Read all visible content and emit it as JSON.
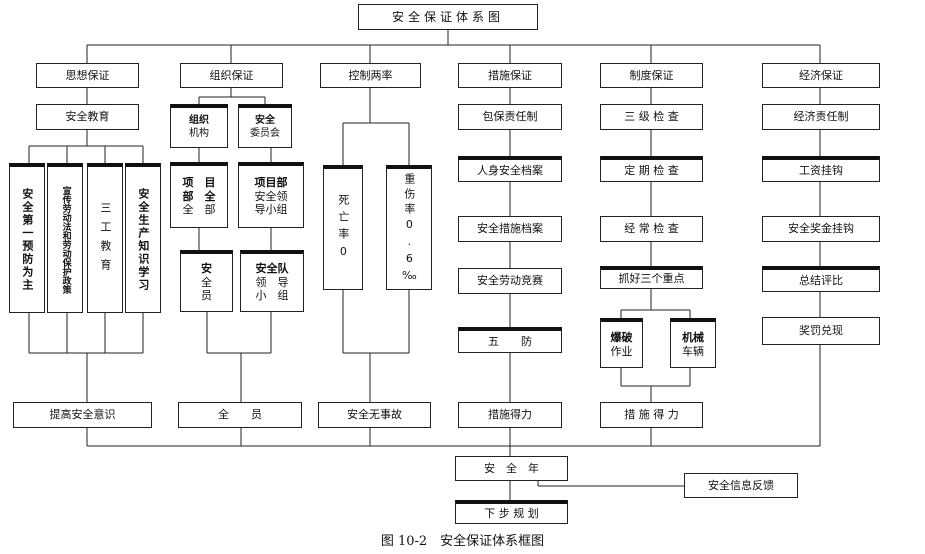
{
  "title": "安全保证体系图",
  "caption": "图 10-2　安全保证体系框图",
  "columns": {
    "ideology": {
      "head": "思想保证",
      "sub": "安全教育",
      "items": [
        "安全第一预防为主",
        "宣传劳动法和劳动保护政策",
        "三工教育",
        "安全生产知识学习"
      ],
      "result": "提高安全意识"
    },
    "organization": {
      "head": "组织保证",
      "group_a": [
        "组织",
        "机构"
      ],
      "group_b": [
        "安全",
        "委员会"
      ],
      "proj_a": [
        "项　目",
        "部　全",
        "全　部"
      ],
      "proj_b": [
        "项目部",
        "安全领",
        "导小组"
      ],
      "member_a": [
        "安",
        "全",
        "员"
      ],
      "member_b": [
        "安全队",
        "领　导",
        "小　组"
      ],
      "result": "全　　员"
    },
    "control": {
      "head": "控制两率",
      "rate_a": "死亡率0",
      "rate_b": "重伤率0.6‰",
      "result": "安全无事故"
    },
    "measures": {
      "head": "措施保证",
      "items": [
        "包保责任制",
        "人身安全档案",
        "安全措施档案",
        "安全劳动竞赛",
        "五　　防"
      ],
      "result": "措施得力"
    },
    "system": {
      "head": "制度保证",
      "items": [
        "三 级 检 查",
        "定 期 检 查",
        "经 常 检 查",
        "抓好三个重点"
      ],
      "point_a": [
        "爆破",
        "作业"
      ],
      "point_b": [
        "机械",
        "车辆"
      ],
      "result": "措 施 得 力"
    },
    "economy": {
      "head": "经济保证",
      "items": [
        "经济责任制",
        "工资挂钩",
        "安全奖金挂钩",
        "总结评比",
        "奖罚兑现"
      ]
    }
  },
  "bottom": {
    "year": "安　全　年",
    "feedback": "安全信息反馈",
    "plan": "下 步 规 划"
  }
}
